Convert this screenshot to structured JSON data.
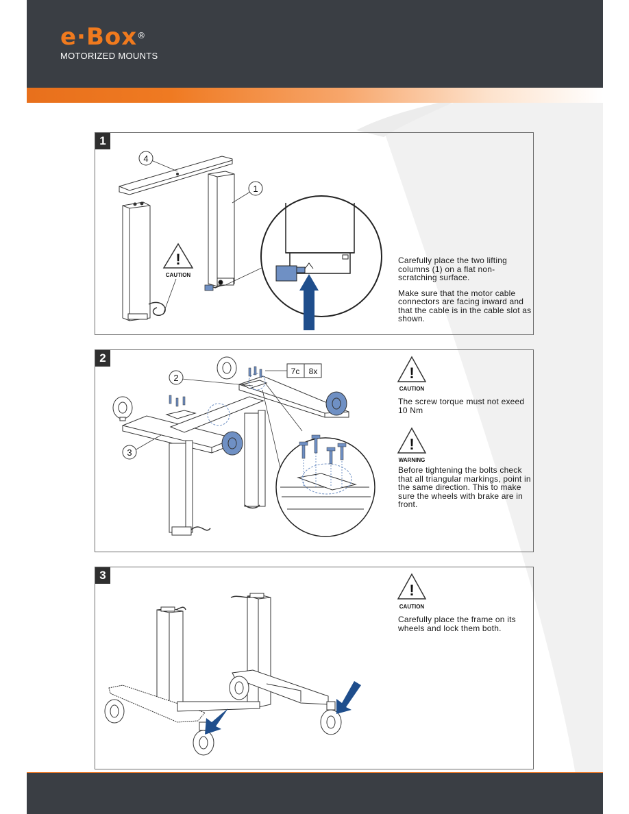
{
  "header": {
    "logo_main": "e·Box",
    "logo_mark": "®",
    "logo_sub": "MOTORIZED MOUNTS"
  },
  "steps": [
    {
      "number": "1",
      "callouts": [
        "4",
        "1"
      ],
      "sign_label": "CAUTION",
      "text_1": "Carefully place the two lifting columns (1) on a flat non-scratching surface.",
      "text_2": "Make sure that the motor cable connectors are facing inward and that the cable is in the cable slot as shown."
    },
    {
      "number": "2",
      "callouts": [
        "2",
        "3"
      ],
      "parts_label": "7c",
      "parts_qty": "8x",
      "caution_label": "CAUTION",
      "caution_text": "The screw torque must not exeed 10 Nm",
      "warning_label": "WARNING",
      "warning_text": "Before tightening the bolts check that all triangular markings, point in the same direction. This to make sure the wheels with brake are in front."
    },
    {
      "number": "3",
      "caution_label": "CAUTION",
      "caution_text": "Carefully place the frame on its wheels and lock them both."
    }
  ],
  "colors": {
    "header_bg": "#3a3e44",
    "accent_orange": "#e8701c",
    "arrow_blue": "#1f4e8c",
    "part_blue": "#6f90c4"
  }
}
